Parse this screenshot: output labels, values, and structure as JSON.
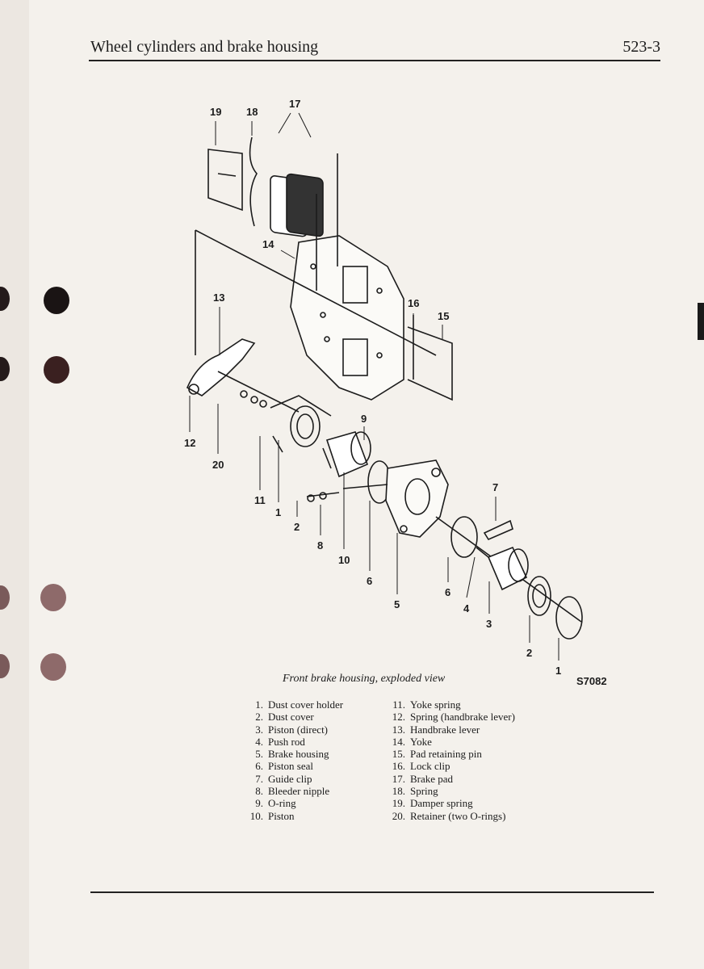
{
  "header": {
    "title": "Wheel cylinders and brake housing",
    "page_number": "523-3"
  },
  "figure": {
    "caption": "Front brake housing, exploded view",
    "code": "S7082",
    "callouts": [
      "19",
      "18",
      "17",
      "14",
      "13",
      "16",
      "15",
      "12",
      "20",
      "9",
      "11",
      "1",
      "2",
      "8",
      "10",
      "7",
      "6",
      "5",
      "6",
      "4",
      "3",
      "2",
      "1"
    ]
  },
  "legend": {
    "left": [
      {
        "num": "1.",
        "label": "Dust cover holder"
      },
      {
        "num": "2.",
        "label": "Dust cover"
      },
      {
        "num": "3.",
        "label": "Piston (direct)"
      },
      {
        "num": "4.",
        "label": "Push rod"
      },
      {
        "num": "5.",
        "label": "Brake housing"
      },
      {
        "num": "6.",
        "label": "Piston seal"
      },
      {
        "num": "7.",
        "label": "Guide clip"
      },
      {
        "num": "8.",
        "label": "Bleeder nipple"
      },
      {
        "num": "9.",
        "label": "O-ring"
      },
      {
        "num": "10.",
        "label": "Piston"
      }
    ],
    "right": [
      {
        "num": "11.",
        "label": "Yoke spring"
      },
      {
        "num": "12.",
        "label": "Spring (handbrake lever)"
      },
      {
        "num": "13.",
        "label": "Handbrake lever"
      },
      {
        "num": "14.",
        "label": "Yoke"
      },
      {
        "num": "15.",
        "label": "Pad retaining pin"
      },
      {
        "num": "16.",
        "label": "Lock clip"
      },
      {
        "num": "17.",
        "label": "Brake pad"
      },
      {
        "num": "18.",
        "label": "Spring"
      },
      {
        "num": "19.",
        "label": "Damper spring"
      },
      {
        "num": "20.",
        "label": "Retainer (two O-rings)"
      }
    ]
  }
}
